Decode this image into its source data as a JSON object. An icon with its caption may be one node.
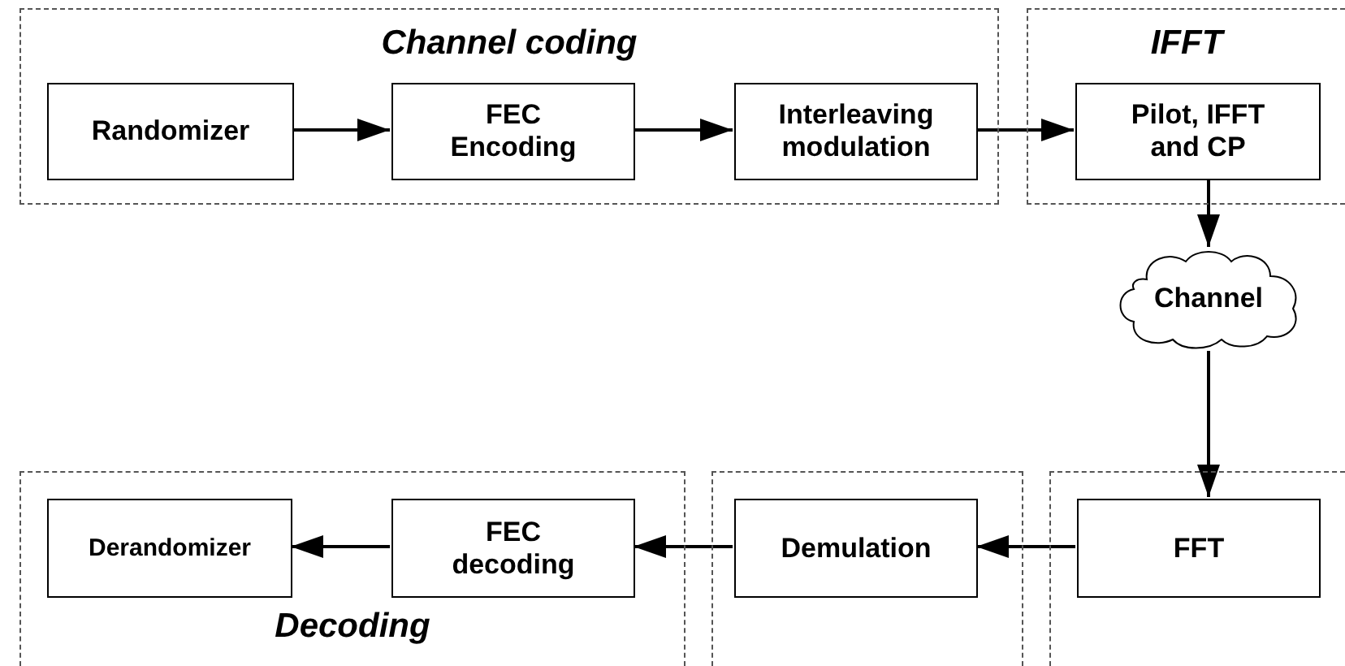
{
  "diagram": {
    "nodes": [
      {
        "text": [
          "Channel coding"
        ]
      },
      {
        "text": [
          "Randomizer"
        ],
        "in": 0
      },
      {
        "text": [
          "FEC Encoding"
        ],
        "in": 0
      },
      {
        "text": [
          "Interleaving modulation"
        ],
        "in": 0
      },
      {
        "text": [
          "IFFT"
        ]
      },
      {
        "text": [
          "Pilot, IFFT and CP"
        ],
        "in": 4
      },
      {
        "text": [
          "Channel"
        ]
      },
      {
        "text": [
          "Decoding"
        ]
      },
      {
        "text": [
          "Derandomizer"
        ],
        "in": 7
      },
      {
        "text": [
          "FEC decoding"
        ],
        "in": 7
      },
      {
        "text": [],
        "shape": "box"
      },
      {
        "text": [
          "Demulation"
        ],
        "in": 10
      },
      {
        "text": [],
        "shape": "box"
      },
      {
        "text": [
          "FFT"
        ],
        "in": 12
      }
    ],
    "edges": [
      {
        "from": 1,
        "to": 2,
        "arrow": "to"
      },
      {
        "from": 2,
        "to": 3,
        "arrow": "to"
      },
      {
        "from": 3,
        "to": 5,
        "arrow": "to"
      },
      {
        "from": 5,
        "to": 6,
        "arrow": "to"
      },
      {
        "from": 6,
        "to": 13,
        "arrow": "to"
      },
      {
        "from": 13,
        "to": 11,
        "arrow": "to"
      },
      {
        "from": 11,
        "to": 9,
        "arrow": "to"
      },
      {
        "from": 9,
        "to": 8,
        "arrow": "to"
      }
    ]
  }
}
